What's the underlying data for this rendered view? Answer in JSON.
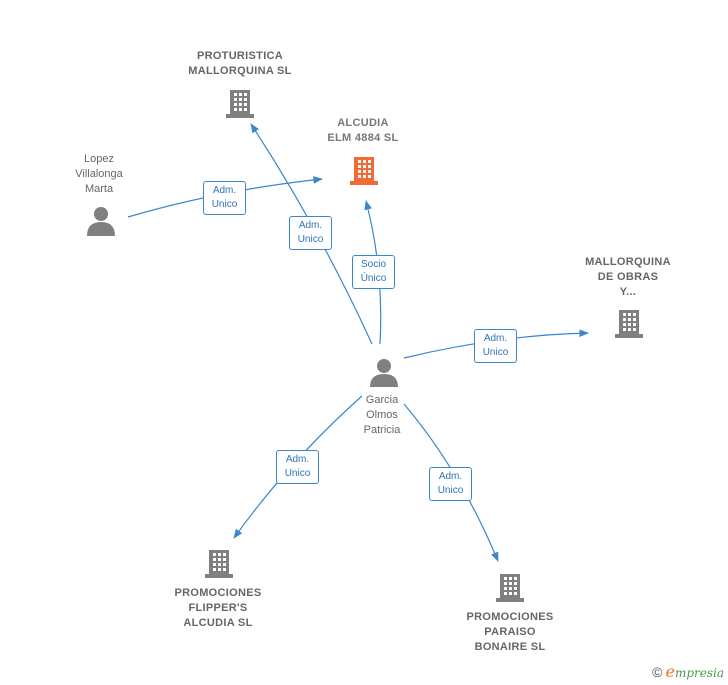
{
  "nodes": {
    "proturistica": {
      "label": "PROTURISTICA\nMALLORQUINA SL",
      "type": "company"
    },
    "alcudia": {
      "label": "ALCUDIA\nELM 4884  SL",
      "type": "company-focus"
    },
    "lopez": {
      "label": "Lopez\nVillalonga\nMarta",
      "type": "person"
    },
    "mallorquina": {
      "label": "MALLORQUINA\nDE OBRAS\nY...",
      "type": "company"
    },
    "garcia": {
      "label": "Garcia\nOlmos\nPatricia",
      "type": "person"
    },
    "flippers": {
      "label": "PROMOCIONES\nFLIPPER'S\nALCUDIA SL",
      "type": "company"
    },
    "paraiso": {
      "label": "PROMOCIONES\nPARAISO\nBONAIRE SL",
      "type": "company"
    }
  },
  "edges": {
    "lopez_alcudia": "Adm.\nUnico",
    "garcia_proturistica": "Adm.\nUnico",
    "garcia_alcudia": "Socio\nÚnico",
    "garcia_mallorquina": "Adm.\nUnico",
    "garcia_flippers": "Adm.\nUnico",
    "garcia_paraiso": "Adm.\nUnico"
  },
  "colors": {
    "edge": "#3b86cc",
    "building": "#808080",
    "building_focus": "#f26a35",
    "person": "#808080"
  },
  "icons": {
    "company": "building-icon",
    "person": "person-icon"
  },
  "footer": {
    "copyright": "©",
    "brand_initial": "e",
    "brand_rest": "mpresia"
  }
}
